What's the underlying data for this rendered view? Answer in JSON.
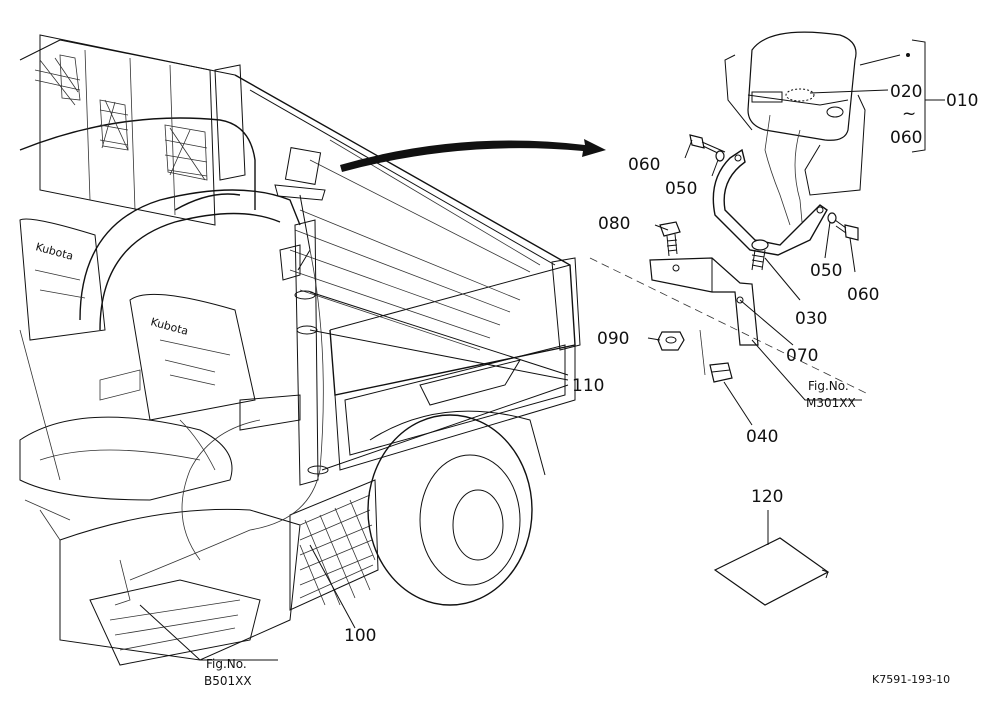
{
  "parts": {
    "p010": "010",
    "p020": "020",
    "tilde": "~",
    "p060_range": "060",
    "p060_left": "060",
    "p050_left": "050",
    "p080": "080",
    "p050_right": "050",
    "p060_right": "060",
    "p030": "030",
    "p090": "090",
    "p070": "070",
    "p110": "110",
    "p040": "040",
    "p120": "120",
    "p100": "100"
  },
  "refs": {
    "fig_label_1": "Fig.No.",
    "fig_code_1": "M301XX",
    "fig_label_2": "Fig.No.",
    "fig_code_2": "B501XX"
  },
  "drawing_code": "K7591-193-10"
}
